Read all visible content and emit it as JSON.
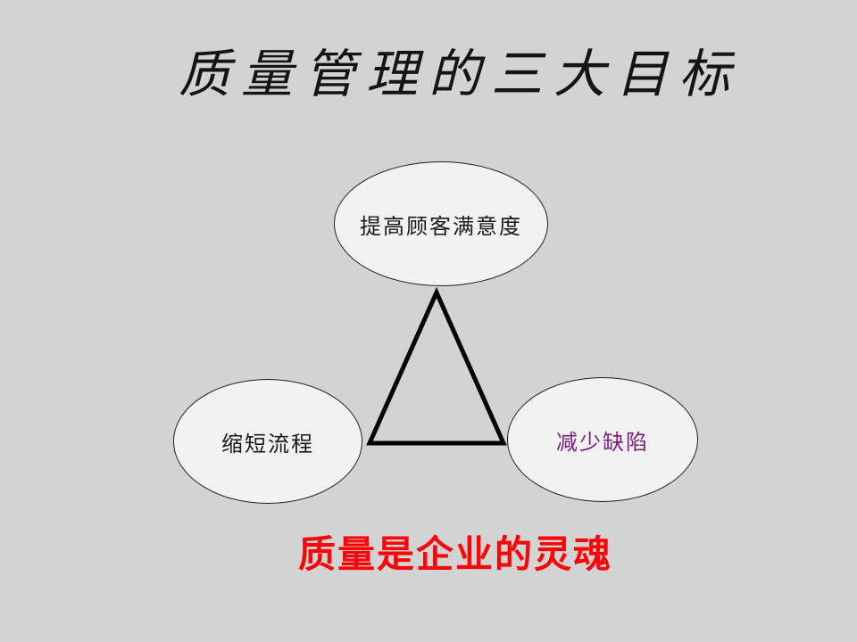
{
  "slide": {
    "title": "质量管理的三大目标",
    "diagram": {
      "nodes": [
        {
          "id": "customer-satisfaction",
          "label": "提高顾客满意度",
          "position": "top",
          "text_color": "#1a1a1a"
        },
        {
          "id": "shorten-process",
          "label": "缩短流程",
          "position": "bottom-left",
          "text_color": "#1a1a1a"
        },
        {
          "id": "reduce-defects",
          "label": "减少缺陷",
          "position": "bottom-right",
          "text_color": "#7b1f7e"
        }
      ],
      "connector_shape": "triangle-outline"
    },
    "slogan": {
      "text": "质量是企业的灵魂",
      "color": "#ff0000"
    },
    "colors": {
      "background": "#d3d3d3",
      "node_fill": "#f2f2f2",
      "node_stroke": "#1f1f1f",
      "triangle_stroke": "#000000",
      "title_text": "#141414",
      "slogan_text": "#ff0000",
      "reduce_defects_text": "#7b1f7e"
    }
  }
}
